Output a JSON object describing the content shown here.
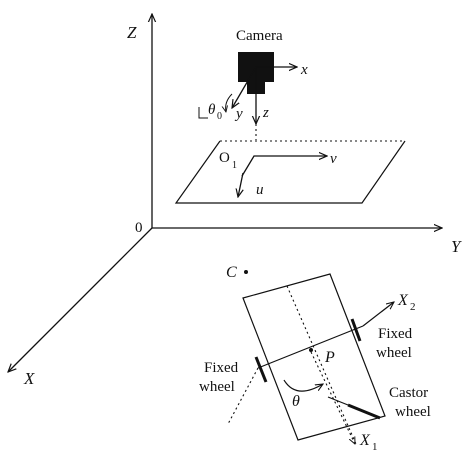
{
  "axes": {
    "z": "Z",
    "y": "Y",
    "x": "X",
    "origin": "0"
  },
  "camera": {
    "title": "Camera",
    "x": "x",
    "y": "y",
    "z": "z",
    "theta0": "θ",
    "theta0_sub": "0"
  },
  "image_plane": {
    "origin": "O",
    "origin_sub": "1",
    "u": "u",
    "v": "v"
  },
  "robot": {
    "c_label": "C",
    "p_label": "P",
    "theta": "θ",
    "x1": "X",
    "x1_sub": "1",
    "x2": "X",
    "x2_sub": "2",
    "fixed_wheel_right_1": "Fixed",
    "fixed_wheel_right_2": "wheel",
    "fixed_wheel_left_1": "Fixed",
    "fixed_wheel_left_2": "wheel",
    "castor_1": "Castor",
    "castor_2": "wheel"
  }
}
